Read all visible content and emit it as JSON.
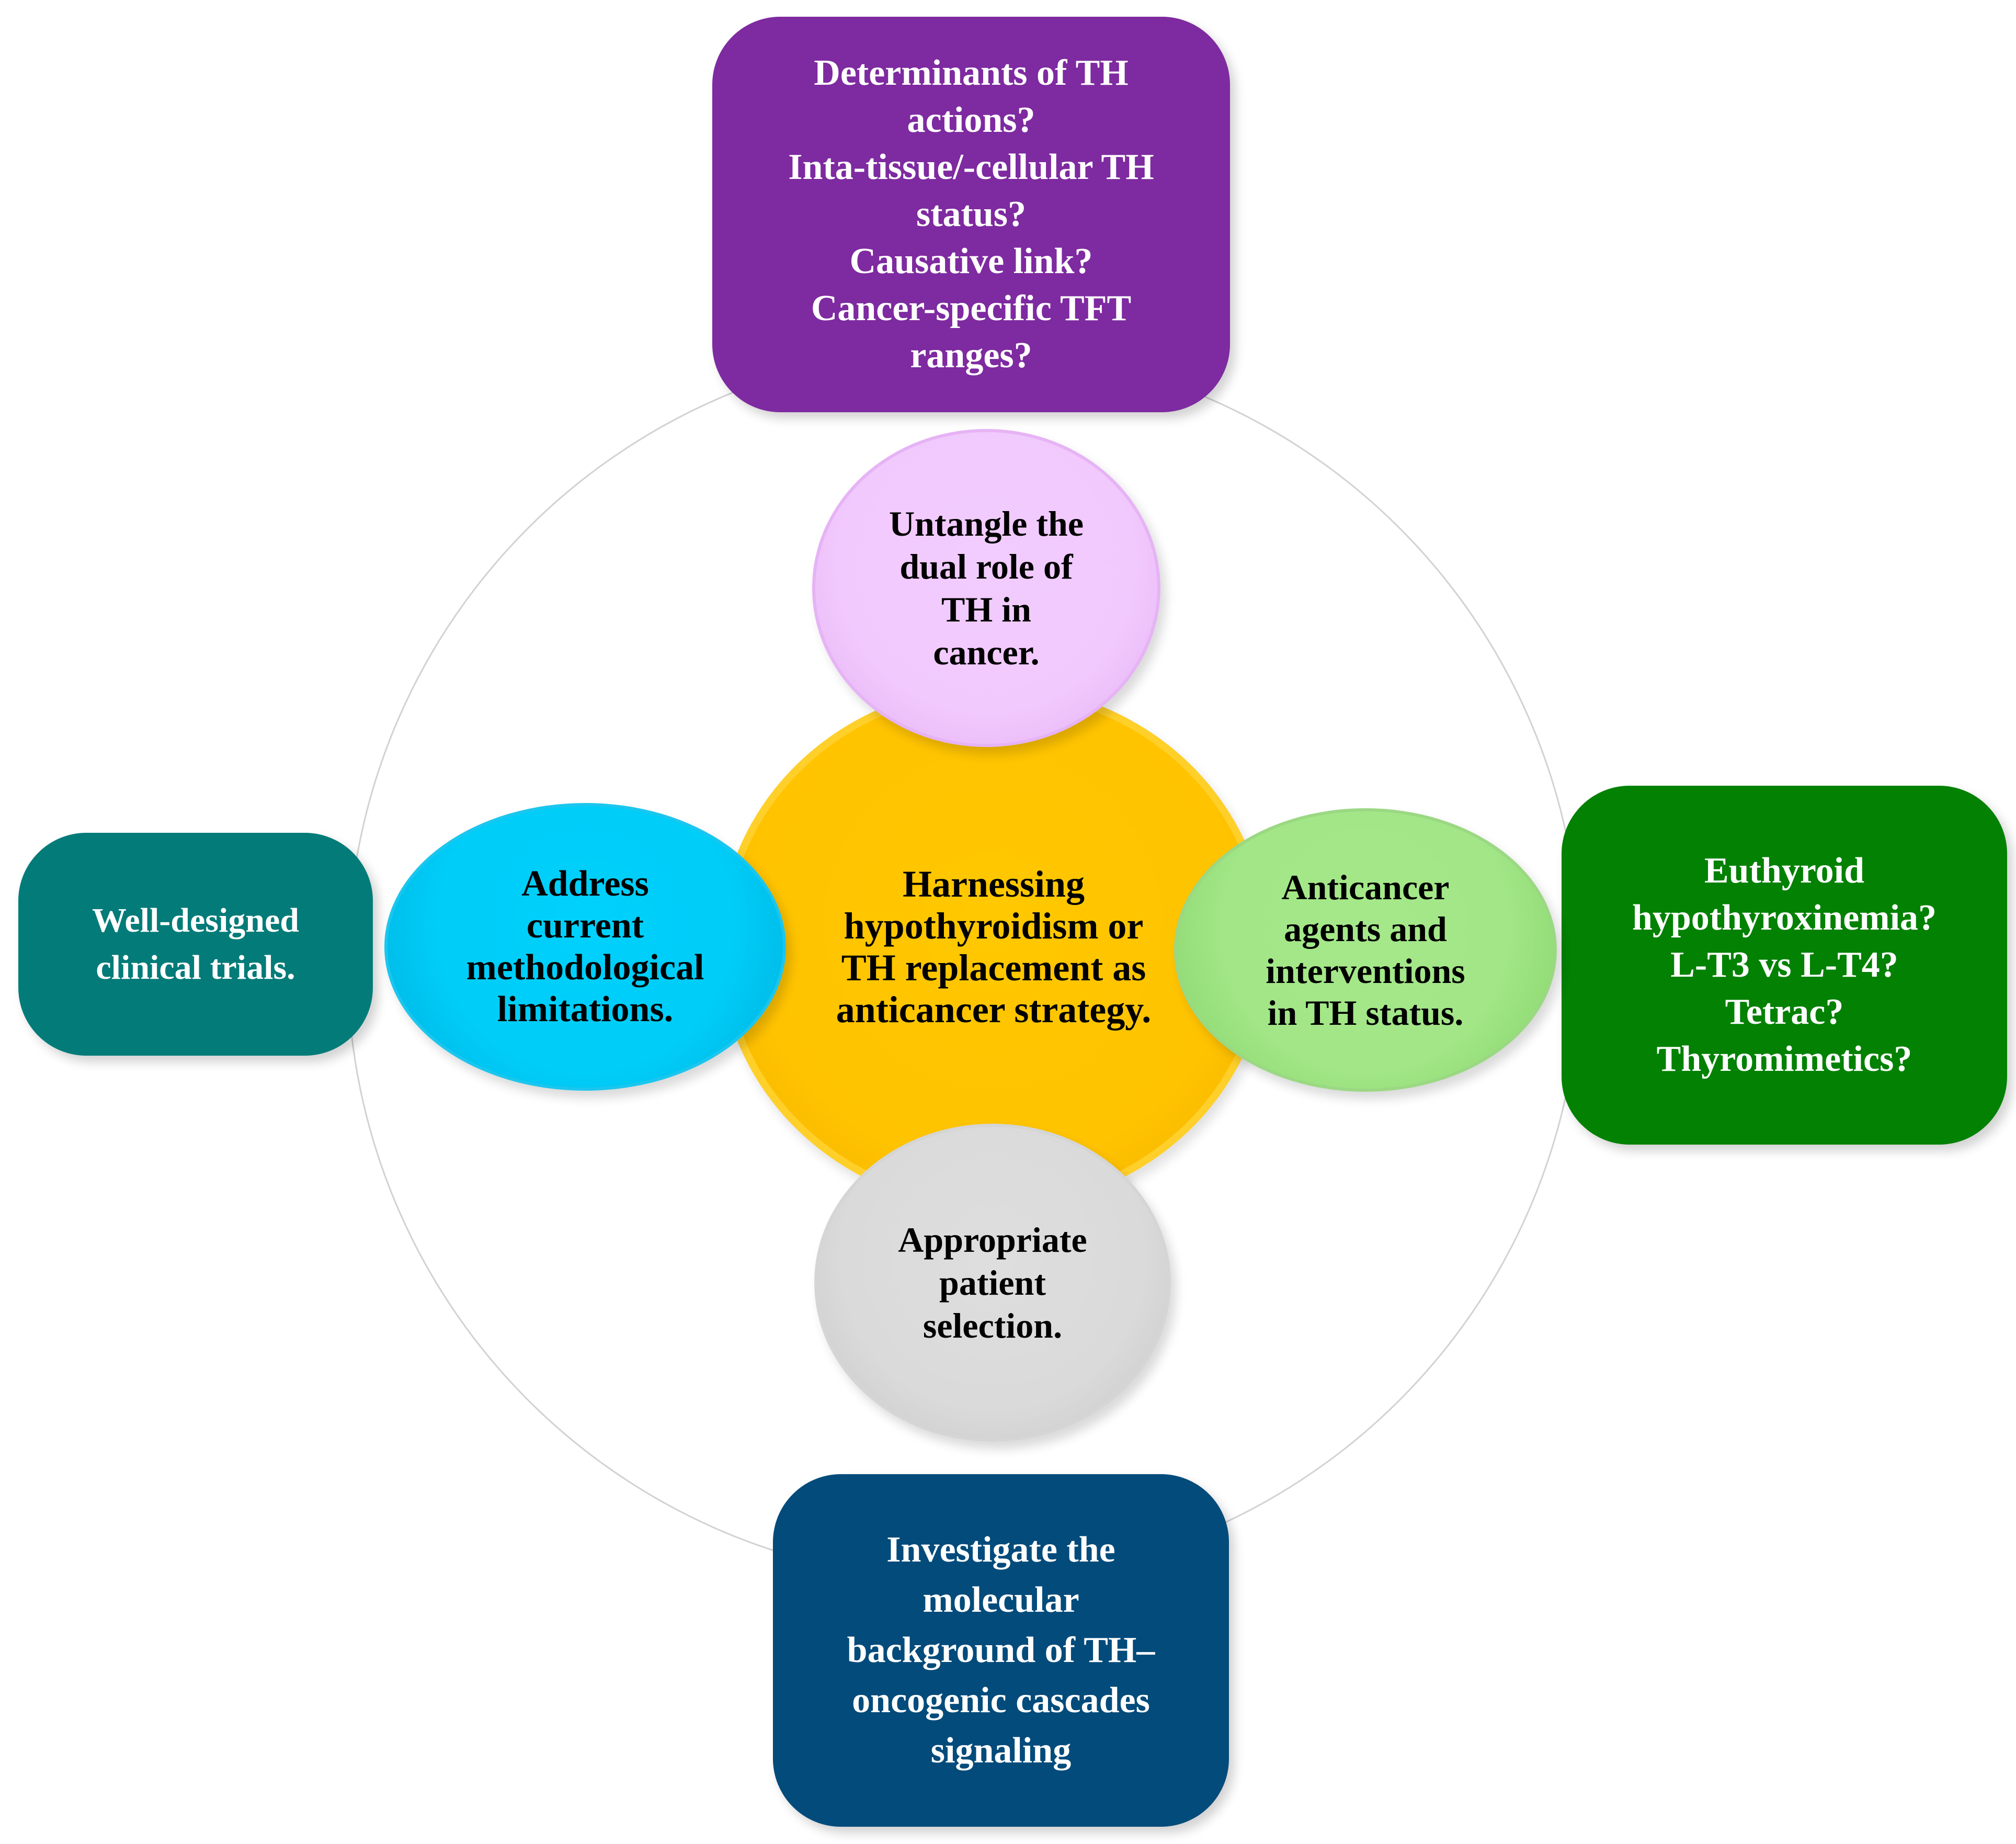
{
  "center": {
    "lines": [
      "Harnessing",
      "hypothyroidism or",
      "TH replacement as",
      "anticancer strategy."
    ]
  },
  "nodes": {
    "top": {
      "lines": [
        "Untangle the",
        "dual role of",
        "TH in",
        "cancer."
      ]
    },
    "left": {
      "lines": [
        "Address",
        "current",
        "methodological",
        "limitations."
      ]
    },
    "right": {
      "lines": [
        "Anticancer",
        "agents and",
        "interventions",
        "in TH status."
      ]
    },
    "bottom": {
      "lines": [
        "Appropriate",
        "patient",
        "selection."
      ]
    }
  },
  "boxes": {
    "top": {
      "lines": [
        "Determinants of TH",
        "actions?",
        "Inta-tissue/-cellular TH",
        "status?",
        "Causative link?",
        "Cancer-specific TFT",
        "ranges?"
      ]
    },
    "left": {
      "lines": [
        "Well-designed",
        "clinical trials."
      ]
    },
    "right": {
      "lines": [
        "Euthyroid",
        "hypothyroxinemia?",
        "L-T3 vs L-T4?",
        "Tetrac?",
        "Thyromimetics?"
      ]
    },
    "bottom": {
      "lines": [
        "Investigate the",
        "molecular",
        "background of TH–",
        "oncogenic cascades",
        "signaling"
      ]
    }
  },
  "colors": {
    "box_top": "#7e2aa0",
    "box_left": "#037b79",
    "box_right": "#028103",
    "box_bottom": "#034b7b",
    "hub": "#ffc300",
    "node_top": "#f1c9fd",
    "node_left": "#00cdf8",
    "node_right": "#a2e687",
    "node_bottom": "#dadada"
  }
}
